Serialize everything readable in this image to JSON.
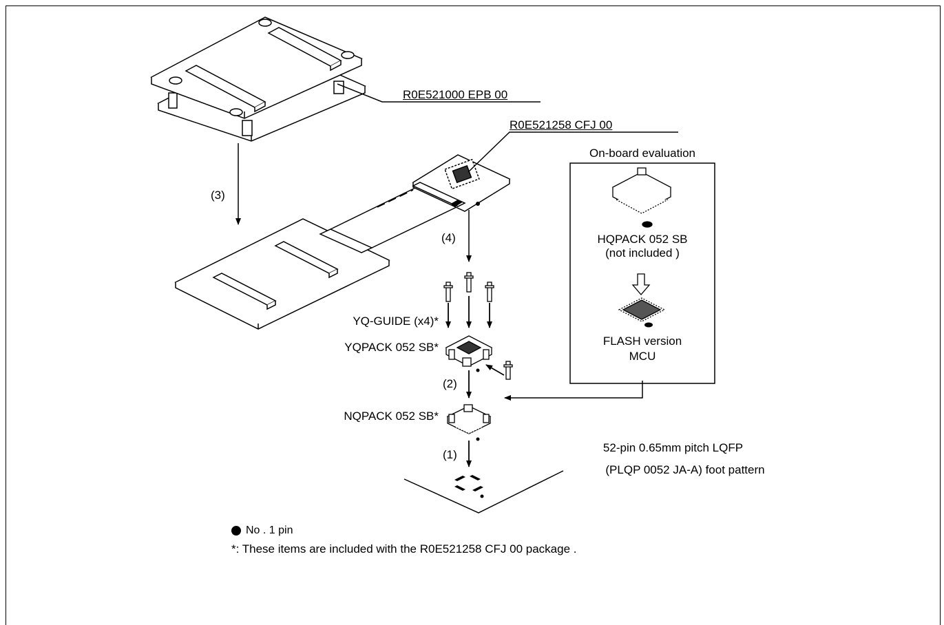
{
  "labels": {
    "epb": "R0E521000 EPB 00",
    "cfj": "R0E521258 CFJ 00",
    "onboard_title": "On-board evaluation",
    "hqpack_line1": "HQPACK 052 SB",
    "hqpack_line2": "(not included )",
    "flash_line1": "FLASH version",
    "flash_line2": "MCU",
    "step3": "(3)",
    "step4": "(4)",
    "step2": "(2)",
    "step1": "(1)",
    "yq_guide": "YQ-GUIDE (x4)*",
    "yqpack": "YQPACK 052 SB*",
    "nqpack": "NQPACK 052 SB*",
    "foot_line1": "52-pin 0.65mm pitch LQFP",
    "foot_line2": "(PLQP 0052 JA-A) foot pattern"
  },
  "notes": {
    "pin1_legend": "No . 1 pin",
    "included_note": "*: These items are included with the R0E521258 CFJ 00 package ."
  }
}
